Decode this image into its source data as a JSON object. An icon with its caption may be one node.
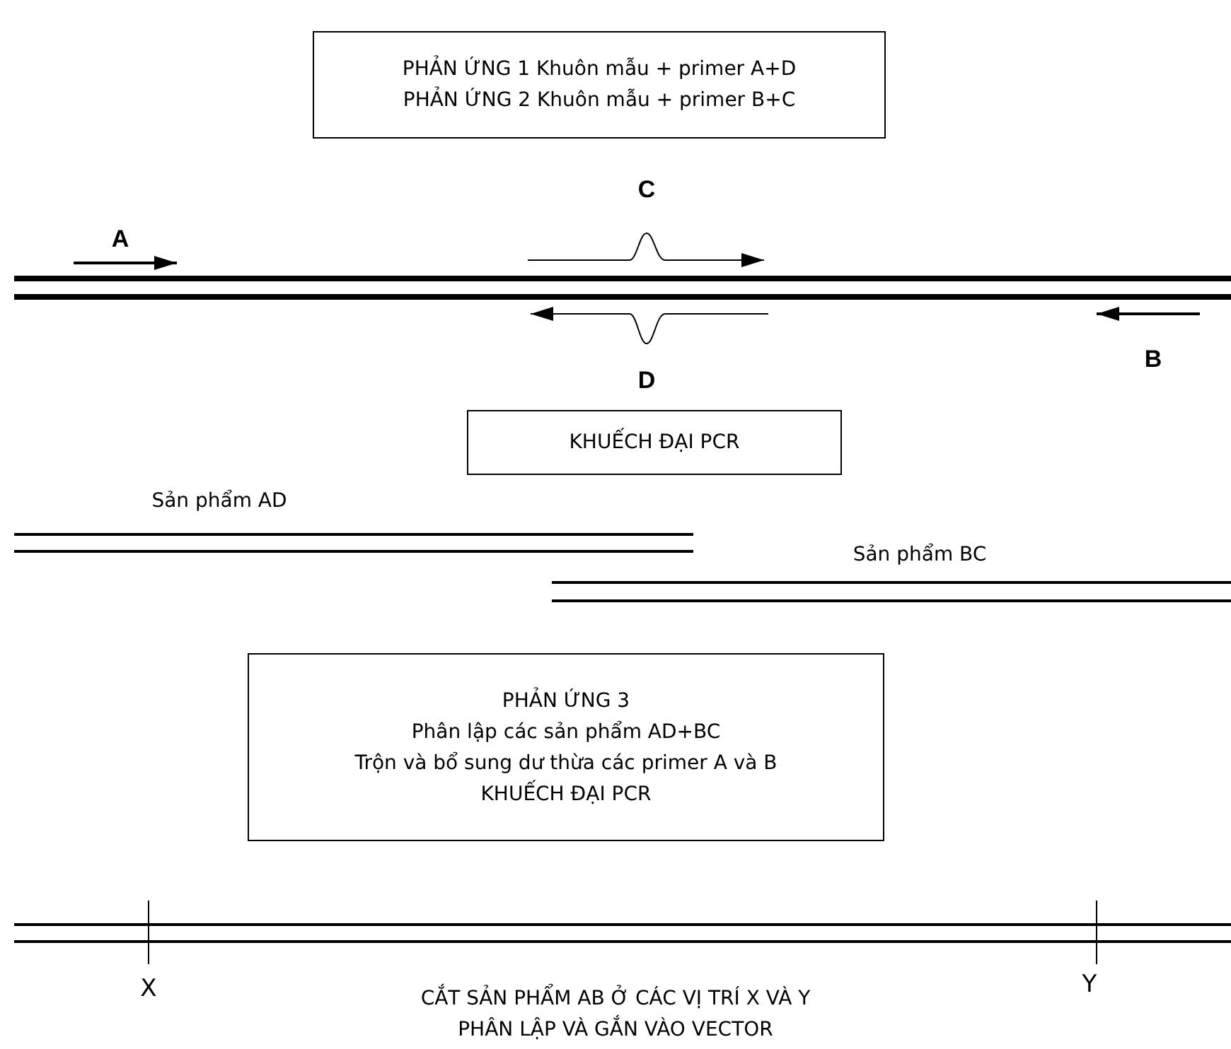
{
  "diagram": {
    "nodes": [
      {
        "text": [
          "PHẢN ỨNG 1  Khuôn mẫu + primer A+D",
          "PHẢN ỨNG 2 Khuôn mẫu + primer B+C"
        ]
      },
      {
        "text": [
          "KHUẾCH ĐẠI PCR"
        ]
      },
      {
        "text": [
          "PHẢN ỨNG 3",
          "Phân lập các sản phẩm AD+BC",
          "Trộn và bổ sung dư thừa các primer A và B",
          "KHUẾCH ĐẠI PCR"
        ]
      }
    ],
    "labels": [
      "C",
      "A",
      "B",
      "D",
      "Sản phẩm AD",
      "Sản phẩm BC",
      "X",
      "Y",
      "CẮT SẢN PHẨM AB Ở CÁC VỊ TRÍ X VÀ Y",
      "PHÂN LẬP VÀ GẮN VÀO VECTOR"
    ]
  }
}
